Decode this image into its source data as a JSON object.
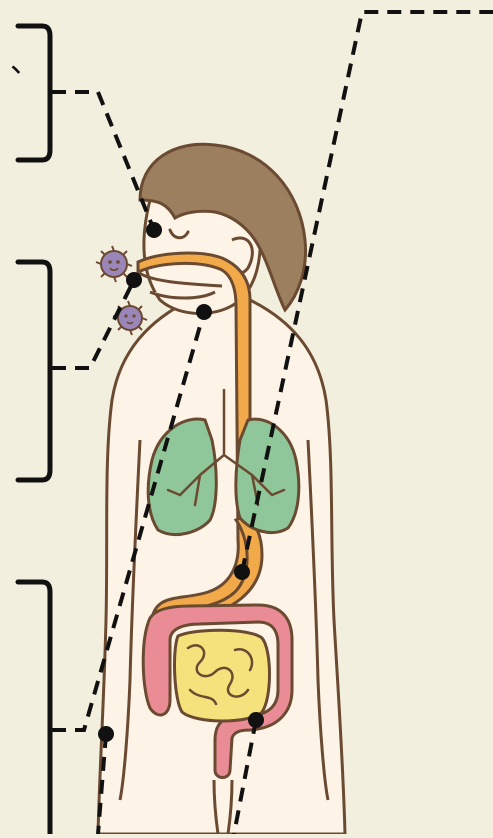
{
  "diagram": {
    "subject": "human-body-digestive-respiratory",
    "brackets": [
      {
        "id": "bracket-top",
        "mark": "、"
      },
      {
        "id": "bracket-middle",
        "mark": ""
      },
      {
        "id": "bracket-bottom",
        "mark": ""
      }
    ],
    "colors": {
      "background": "#f3efdf",
      "outline": "#6b4a32",
      "skin": "#fdf3e6",
      "hair": "#9b7f5e",
      "esophagus": "#f2a94a",
      "lungs": "#8fc79a",
      "large_intestine": "#ea8c96",
      "small_intestine": "#f6e27c",
      "germ": "#9a86b8",
      "leader_line": "#111111"
    },
    "icons": [
      "germ-icon",
      "germ-icon"
    ]
  }
}
